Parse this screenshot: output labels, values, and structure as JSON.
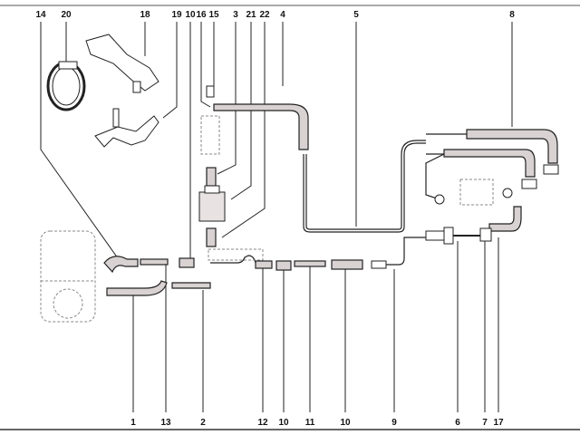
{
  "diagram": {
    "top_callouts": [
      "14",
      "20",
      "18",
      "19",
      "10",
      "16",
      "15",
      "3",
      "21",
      "22",
      "4",
      "5",
      "8"
    ],
    "bottom_callouts": [
      "1",
      "13",
      "2",
      "12",
      "10",
      "11",
      "10",
      "9",
      "6",
      "7",
      "17"
    ]
  }
}
